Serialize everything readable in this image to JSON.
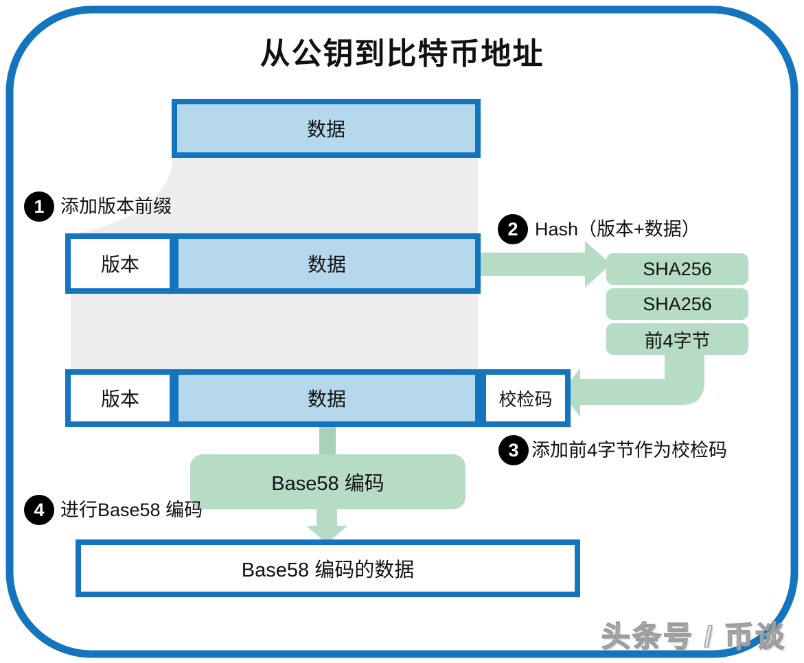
{
  "title": "从公钥到比特币地址",
  "top_box": {
    "label": "数据"
  },
  "row2": {
    "version": "版本",
    "data": "数据"
  },
  "row3": {
    "version": "版本",
    "data": "数据",
    "checksum": "校检码"
  },
  "hash_stack": [
    "SHA256",
    "SHA256",
    "前4字节"
  ],
  "base58_box": {
    "label": "Base58 编码"
  },
  "output_box": {
    "label": "Base58 编码的数据"
  },
  "steps": [
    {
      "num": "1",
      "label": "添加版本前缀"
    },
    {
      "num": "2",
      "label": "Hash（版本+数据）"
    },
    {
      "num": "3",
      "label": "添加前4字节作为校检码"
    },
    {
      "num": "4",
      "label": "进行Base58 编码"
    }
  ],
  "watermark": "头条号 / 币谈",
  "colors": {
    "frame_blue": "#1474be",
    "box_fill_blue": "#b5d8ec",
    "green": "#b7dcc6",
    "green_dark": "#a8d0ba",
    "funnel_gray": "#ededed",
    "badge_black": "#000000"
  }
}
